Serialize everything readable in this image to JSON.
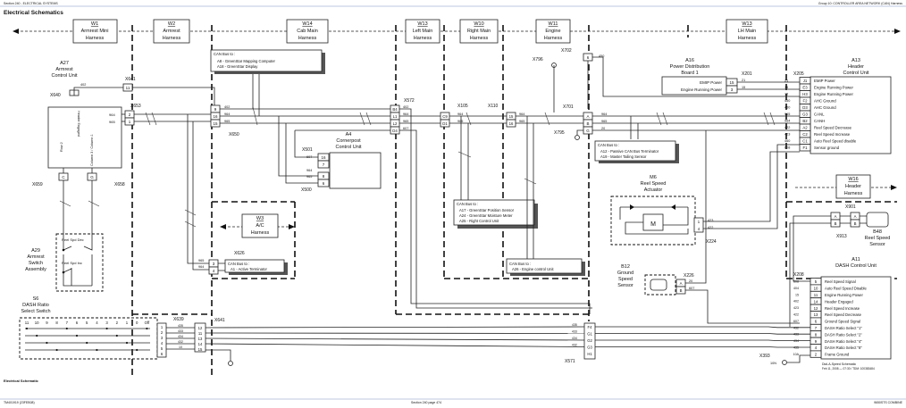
{
  "page": {
    "header_left": "Section 240 - ELECTRICAL SYSTEMS",
    "header_right": "Group 10: CONTROLLER AREA NETWORK (CAN) Harness",
    "title": "Electrical Schematics",
    "footer_caption": "Electrical Schematic",
    "footer_left": "TM401919 (23FEB08)",
    "footer_center": "Section 240 page 474",
    "footer_right": "9650STS COMBINE",
    "stamp_line1": "Dial-A-Speed Schematic",
    "stamp_line2": "Feb 11, 2008 — 07:30 / TDM: 100383484"
  },
  "harnesses": [
    {
      "id": "W1",
      "name": "Armrest Mini",
      "name2": "Harness"
    },
    {
      "id": "W2",
      "name": "Armrest",
      "name2": "Harness"
    },
    {
      "id": "W14",
      "name": "Cab Main",
      "name2": "Harness"
    },
    {
      "id": "W13",
      "name": "Left Main",
      "name2": "Harness"
    },
    {
      "id": "W10",
      "name": "Right Main",
      "name2": "Harness"
    },
    {
      "id": "W11",
      "name": "Engine",
      "name2": "Harness"
    },
    {
      "id": "W13",
      "name": "LH Main",
      "name2": "Harness"
    },
    {
      "id": "W3",
      "name": "A/C",
      "name2": "Harness"
    },
    {
      "id": "W16",
      "name": "Header",
      "name2": "Harness"
    }
  ],
  "components": {
    "a27": {
      "id": "A27",
      "name1": "Armrest",
      "name2": "Control Unit",
      "pin_rpm": "Header Engaged",
      "pin_row": "Row 2",
      "pin_col": "Column 3 / Column 1"
    },
    "a29": {
      "id": "A29",
      "name1": "Armrest",
      "name2": "Switch",
      "name3": "Assembly",
      "sw_dec": "Reel Spd Dec",
      "sw_inc": "Reel Spd Inc"
    },
    "s6": {
      "id": "S6",
      "name1": "DASH Ratio",
      "name2": "Select Switch",
      "positions": [
        "11",
        "10",
        "9",
        "8",
        "7",
        "6",
        "5",
        "4",
        "3",
        "2",
        "1",
        "0",
        "Off"
      ]
    },
    "a4": {
      "id": "A4",
      "name1": "Cornerpost",
      "name2": "Control Unit"
    },
    "a16": {
      "id": "A16",
      "name1": "Power Distribution",
      "name2": "Board 1",
      "row1": "EMIP Power",
      "row2": "Engine Running Power"
    },
    "a13": {
      "id": "A13",
      "name1": "Header",
      "name2": "Control Unit"
    },
    "m6": {
      "id": "M6",
      "name1": "Reel Speed",
      "name2": "Actuator",
      "motor": "M"
    },
    "b12": {
      "id": "B12",
      "name1": "Ground",
      "name2": "Speed",
      "name3": "Sensor"
    },
    "b48": {
      "id": "B48",
      "name1": "Reel Speed",
      "name2": "Sensor"
    },
    "a11": {
      "id": "A11",
      "name1": "DASH Control Unit"
    }
  },
  "connectors": {
    "x641a": "X641",
    "x640": "X640",
    "x653": "X653",
    "x650": "X650",
    "x659": "X659",
    "x658": "X658",
    "x626": "X626",
    "x639": "X639",
    "x641b": "X641",
    "x572": "X572",
    "x501": "X501",
    "x500": "X500",
    "x105": "X105",
    "x110": "X110",
    "x796": "X796",
    "x702": "X702",
    "x701": "X701",
    "x795": "X795",
    "x201": "X201",
    "x205": "X205",
    "x224": "X224",
    "x226": "X226",
    "x901": "X901",
    "x913": "X913",
    "x208": "X208",
    "x571": "X571",
    "x393": "X393"
  },
  "notes": {
    "can_cab": {
      "title": "CAN Bus to :",
      "l1": "A8 - GreenStar Mapping Computer",
      "l2": "A18 - GreenStar Display"
    },
    "can_ac": {
      "title": "CAN Bus to :",
      "l1": "A1 - Active Terminator"
    },
    "can_right": {
      "title": "CAN Bus to :",
      "l1": "A17 - GreenStar Position Sensor",
      "l2": "A24 - GreenStar Moisture Meter",
      "l3": "A25 - Right Control Unit"
    },
    "can_engine": {
      "title": "CAN Bus to :",
      "l1": "A26 - Engine control Unit"
    },
    "can_term": {
      "title": "CAN Bus to :",
      "l1": "A12 - Passive CAN Bus Terminator",
      "l2": "A19 - Master Tailing Sensor"
    }
  },
  "a13_pins": [
    {
      "pin": "J1",
      "label": "EMIP Power"
    },
    {
      "pin": "E3",
      "label": "Engine Running Power"
    },
    {
      "pin": "H3",
      "label": "Engine Running Power"
    },
    {
      "pin": "F2",
      "label": "AHC Ground"
    },
    {
      "pin": "D3",
      "label": "AHC Ground"
    },
    {
      "pin": "G3",
      "label": "CANL"
    },
    {
      "pin": "B2",
      "label": "CANH"
    },
    {
      "pin": "A2",
      "label": "Reel Speed Decrease"
    },
    {
      "pin": "C2",
      "label": "Reel Speed Increase"
    },
    {
      "pin": "C1",
      "label": "Auto Reel Speed disable"
    },
    {
      "pin": "F1",
      "label": "Sensor ground"
    }
  ],
  "a13_wires": [
    "21",
    "15",
    "15",
    "450",
    "450",
    "965",
    "964",
    "422",
    "423",
    "460",
    "608"
  ],
  "a11_pins": [
    {
      "pin": "5",
      "label": "Reel Speed Signal"
    },
    {
      "pin": "10",
      "label": "Auto Reel Speed Disable"
    },
    {
      "pin": "11",
      "label": "Engine Running Power"
    },
    {
      "pin": "14",
      "label": "Header Engaged"
    },
    {
      "pin": "12",
      "label": "Reel Speed Increase"
    },
    {
      "pin": "13",
      "label": "Reel Speed Decrease"
    },
    {
      "pin": "6",
      "label": "Ground Speed Signal"
    },
    {
      "pin": "7",
      "label": "DASH Ratio Select \"1\""
    },
    {
      "pin": "8",
      "label": "DASH Ratio Select \"2\""
    },
    {
      "pin": "9",
      "label": "DASH Ratio Select \"4\""
    },
    {
      "pin": "4",
      "label": "DASH Ratio Select \"8\""
    },
    {
      "pin": "2",
      "label": "Frame Ground"
    }
  ],
  "a11_wires": [
    "608",
    "404",
    "15",
    "402",
    "423",
    "422",
    "607",
    "432",
    "433",
    "434",
    "435",
    "10A"
  ],
  "s6_wires": [
    "435",
    "433",
    "434",
    "432",
    "10"
  ],
  "s6_pins": [
    "1",
    "2",
    "3",
    "4",
    "5",
    "6"
  ],
  "x639_pins": [
    "12",
    "11",
    "13",
    "14",
    "15"
  ],
  "x571_pins": [
    "F4",
    "G1",
    "G2",
    "G3",
    "H1"
  ],
  "wire_labels": {
    "w402": "402",
    "w964": "964",
    "w965": "965",
    "w607": "607",
    "w450": "450",
    "w20": "20",
    "w21": "21",
    "w15": "15",
    "w10n": "10N",
    "w423": "423",
    "w422": "422"
  },
  "pin_labels": {
    "x641": "11",
    "x653a": "2",
    "x653b": "1",
    "x650a": "9",
    "x650b": "16",
    "x650c": "15",
    "x572a": "B4",
    "x572b": "L1",
    "x572c": "L2",
    "x572d": "D4",
    "x501a": "16",
    "x501b": "7",
    "x500a": "8",
    "x500b": "6",
    "x105a": "C9",
    "x105b": "D1",
    "x110a": "15",
    "x110b": "16",
    "x701a": "A",
    "x701b": "B",
    "x701c": "G",
    "x702": "6",
    "x201a": "15",
    "x201b": "3",
    "x626a": "3",
    "x626b": "4",
    "x224a": "1",
    "x224b": "4",
    "x226a": "A",
    "x226b": "B",
    "x901a": "A",
    "x901b": "B",
    "x913a": "A",
    "x913b": "B",
    "x659": "C",
    "x658": "G"
  }
}
